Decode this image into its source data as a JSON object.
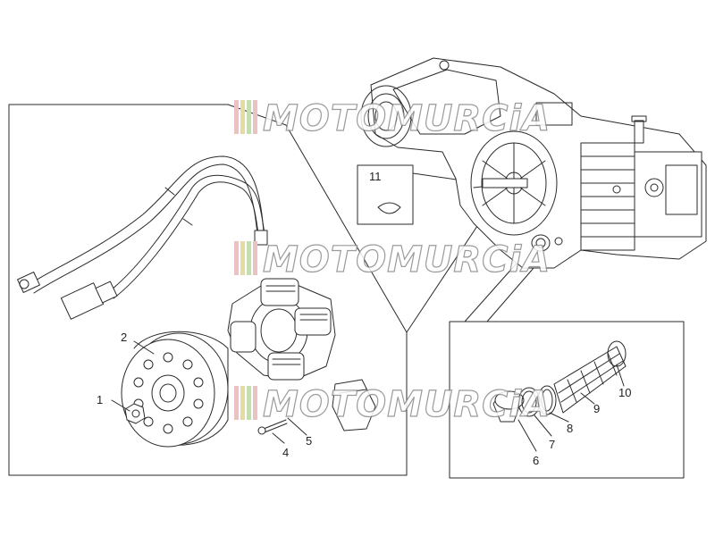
{
  "callouts": [
    "1",
    "2",
    "4",
    "5",
    "6",
    "7",
    "8",
    "9",
    "10",
    "11"
  ],
  "watermark": {
    "text": "MOTOMURCiA",
    "stripe_colors": [
      "#e9c3c3",
      "#e7dca0",
      "#c6dcb4"
    ]
  },
  "colors": {
    "line": "#2a2a2a",
    "paper": "#ffffff"
  }
}
